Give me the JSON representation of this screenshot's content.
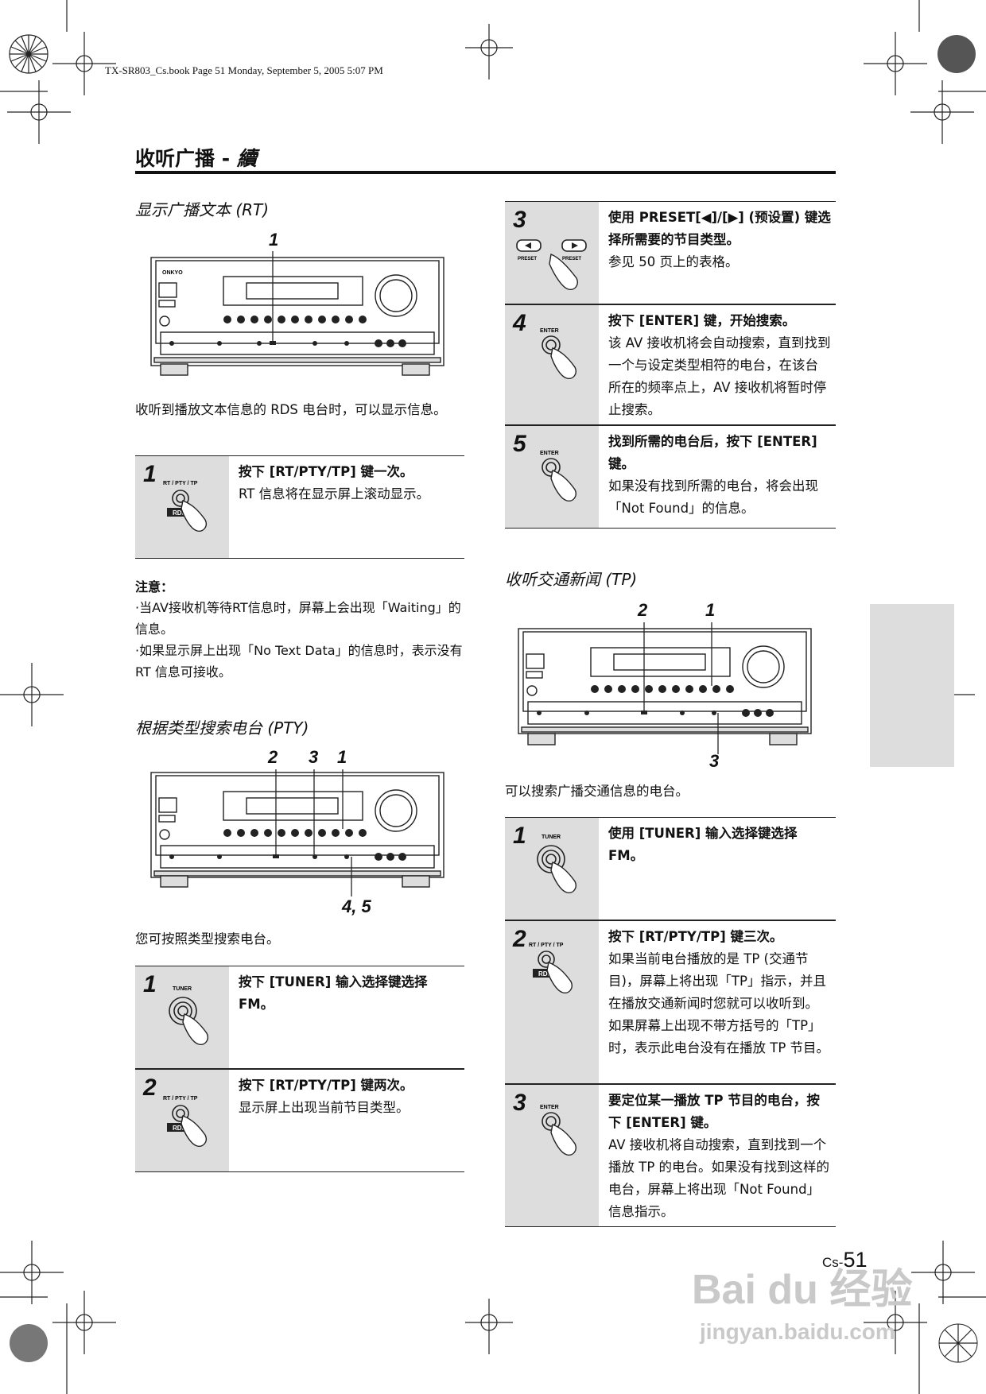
{
  "file_line": "TX-SR803_Cs.book  Page 51  Monday, September 5, 2005  5:07 PM",
  "page_title": "收听广播 -",
  "page_title_cont": "續",
  "rt": {
    "title": "显示广播文本 (RT)",
    "callout": "1",
    "desc": "收听到播放文本信息的 RDS 电台时，可以显示信息。",
    "steps": [
      {
        "num": "1",
        "label": "RT / PTY / TP",
        "badge": "RDS",
        "head": "按下 [RT/PTY/TP] 键一次。",
        "body": "RT 信息将在显示屏上滚动显示。"
      }
    ],
    "note_title": "注意：",
    "notes": [
      "当AV接收机等待RT信息时，屏幕上会出现「Waiting」的信息。",
      "如果显示屏上出现「No Text Data」的信息时，表示没有 RT 信息可接收。"
    ]
  },
  "pty": {
    "title": "根据类型搜索电台 (PTY)",
    "callout_top": [
      "2",
      "3",
      "1"
    ],
    "callout_bottom": "4, 5",
    "desc": "您可按照类型搜索电台。",
    "steps": [
      {
        "num": "1",
        "label": "TUNER",
        "head": "按下 [TUNER] 输入选择键选择 FM。",
        "body": ""
      },
      {
        "num": "2",
        "label": "RT / PTY / TP",
        "badge": "RDS",
        "head": "按下 [RT/PTY/TP] 键两次。",
        "body": "显示屏上出现当前节目类型。"
      },
      {
        "num": "3",
        "label": "PRESET",
        "head": "使用 PRESET[◀]/[▶] (预设置) 键选择所需要的节目类型。",
        "body": "参见 50 页上的表格。"
      },
      {
        "num": "4",
        "label": "ENTER",
        "head": "按下 [ENTER] 键，开始搜索。",
        "body": "该 AV 接收机将会自动搜索，直到找到一个与设定类型相符的电台，在该台所在的频率点上，AV 接收机将暂时停止搜索。"
      },
      {
        "num": "5",
        "label": "ENTER",
        "head": "找到所需的电台后，按下 [ENTER] 键。",
        "body": "如果没有找到所需的电台，将会出现「Not Found」的信息。"
      }
    ]
  },
  "tp": {
    "title": "收听交通新闻 (TP)",
    "callout_top": [
      "2",
      "1"
    ],
    "callout_bottom": "3",
    "desc": "可以搜索广播交通信息的电台。",
    "steps": [
      {
        "num": "1",
        "label": "TUNER",
        "head": "使用 [TUNER] 输入选择键选择 FM。",
        "body": ""
      },
      {
        "num": "2",
        "label": "RT / PTY / TP",
        "badge": "RDS",
        "head": "按下 [RT/PTY/TP] 键三次。",
        "body": "如果当前电台播放的是 TP (交通节目)，屏幕上将出现「TP」指示，并且在播放交通新闻时您就可以收听到。如果屏幕上出现不带方括号的「TP」时，表示此电台没有在播放 TP 节目。"
      },
      {
        "num": "3",
        "label": "ENTER",
        "head": "要定位某一播放 TP 节目的电台，按下 [ENTER] 键。",
        "body": "AV 接收机将自动搜索，直到找到一个播放 TP 的电台。如果没有找到这样的电台，屏幕上将出现「Not Found」信息指示。"
      }
    ]
  },
  "device_brand": "ONKYO",
  "page_number_prefix": "Cs-",
  "page_number": "51",
  "watermark": "Bai du 经验",
  "watermark_url": "jingyan.baidu.com"
}
